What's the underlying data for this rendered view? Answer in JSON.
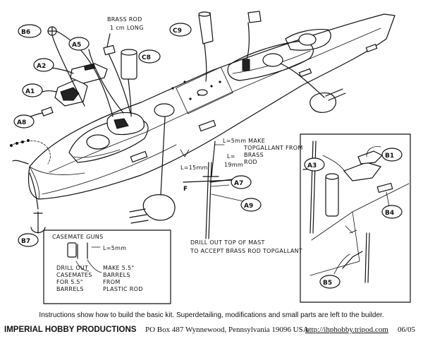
{
  "callouts": {
    "b6": "B6",
    "a5": "A5",
    "a2": "A2",
    "a1": "A1",
    "a8": "A8",
    "b7": "B7",
    "c9": "C9",
    "c8": "C8",
    "a7": "A7",
    "a9": "A9",
    "a3": "A3",
    "b1": "B1",
    "b4": "B4",
    "b5": "B5"
  },
  "notes": {
    "brass_rod_line1": "BRASS ROD",
    "brass_rod_line2": "1 cm LONG",
    "topgallant_line1": "L=5mm   MAKE",
    "topgallant_line2": "TOPGALLANT FROM",
    "topgallant_line3": "BRASS",
    "topgallant_line4": "ROD",
    "mast_l15": "L=15mm",
    "mast_l19": "L=",
    "mast_l19b": "19mm",
    "mast_f": "F",
    "drill_line1": "DRILL OUT TOP OF MAST",
    "drill_line2": "TO ACCEPT BRASS ROD TOPGALLANT"
  },
  "casemate": {
    "heading": "CASEMATE  GUNS",
    "length": "L=5mm",
    "drill_line1": "DRILL OUT",
    "drill_line2": "CASEMATES",
    "drill_line3": "FOR 5.5\"",
    "drill_line4": "BARRELS",
    "make_line1": "MAKE 5.5\"",
    "make_line2": "BARRELS",
    "make_line3": "FROM",
    "make_line4": "PLASTIC ROD"
  },
  "footer": {
    "instructions": "Instructions show how to build the basic kit.  Superdetailing, modifications and small parts are left to the builder.",
    "company": "IMPERIAL HOBBY PRODUCTIONS",
    "address": "PO Box 487  Wynnewood, Pennsylvania 19096  USA",
    "url": "http://ihphobby.tripod.com",
    "date": "06/05"
  }
}
